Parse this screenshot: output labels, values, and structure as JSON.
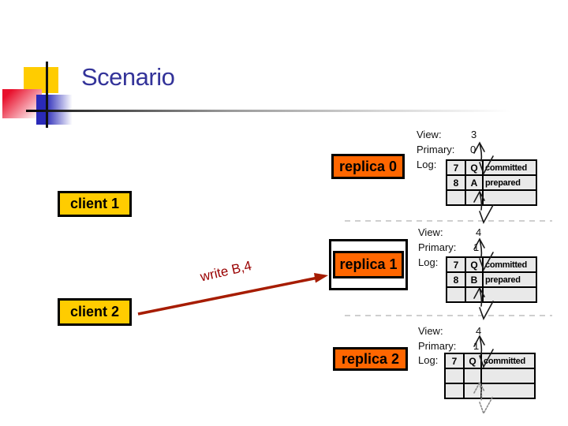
{
  "slide": {
    "title": "Scenario"
  },
  "nodes": {
    "replica0": "replica 0",
    "client1": "client 1",
    "replica1": "replica 1",
    "client2": "client 2",
    "replica2": "replica 2"
  },
  "message": {
    "label": "write B,4"
  },
  "colors": {
    "replica_fill": "#ff6600",
    "client_fill": "#ffcc00",
    "arrow": "#a61c00",
    "title_text": "#333399",
    "table_cell": "#e9e9e9"
  },
  "panels": [
    {
      "view_label": "View:",
      "view_value": "3",
      "primary_label": "Primary:",
      "primary_value": "0",
      "log_label": "Log:",
      "log_rows": [
        {
          "seq": "7",
          "op": "Q",
          "status": "committed"
        },
        {
          "seq": "8",
          "op": "A",
          "status": "prepared"
        },
        {
          "seq": "",
          "op": "",
          "status": ""
        }
      ]
    },
    {
      "view_label": "View:",
      "view_value": "4",
      "primary_label": "Primary:",
      "primary_value": "1",
      "log_label": "Log:",
      "log_rows": [
        {
          "seq": "7",
          "op": "Q",
          "status": "committed"
        },
        {
          "seq": "8",
          "op": "B",
          "status": "prepared"
        },
        {
          "seq": "",
          "op": "",
          "status": ""
        }
      ]
    },
    {
      "view_label": "View:",
      "view_value": "4",
      "primary_label": "Primary:",
      "primary_value": "1",
      "log_label": "Log:",
      "log_rows": [
        {
          "seq": "7",
          "op": "Q",
          "status": "committed"
        },
        {
          "seq": "",
          "op": "",
          "status": ""
        },
        {
          "seq": "",
          "op": "",
          "status": ""
        }
      ]
    }
  ]
}
